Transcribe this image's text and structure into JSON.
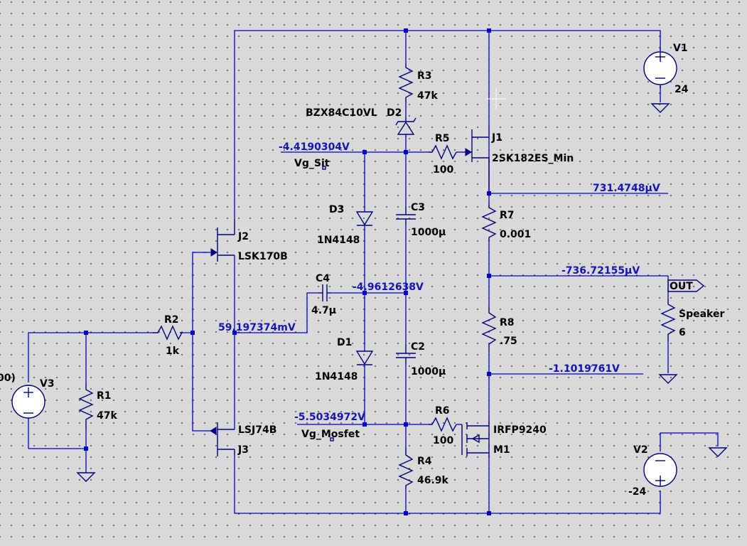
{
  "components": {
    "v1": {
      "name": "V1",
      "value": "24"
    },
    "v2": {
      "name": "V2",
      "value": "-24"
    },
    "v3": {
      "name": "V3",
      "value_fragment": "00)"
    },
    "r1": {
      "name": "R1",
      "value": "47k"
    },
    "r2": {
      "name": "R2",
      "value": "1k"
    },
    "r3": {
      "name": "R3",
      "value": "47k"
    },
    "r4": {
      "name": "R4",
      "value": "46.9k"
    },
    "r5": {
      "name": "R5",
      "value": "100"
    },
    "r6": {
      "name": "R6",
      "value": "100"
    },
    "r7": {
      "name": "R7",
      "value": "0.001"
    },
    "r8": {
      "name": "R8",
      "value": ".75"
    },
    "speaker": {
      "name": "Speaker",
      "value": "6"
    },
    "c2": {
      "name": "C2",
      "value": "1000µ"
    },
    "c3": {
      "name": "C3",
      "value": "1000µ"
    },
    "c4": {
      "name": "C4",
      "value": "4.7µ"
    },
    "d1": {
      "name": "D1",
      "value": "1N4148"
    },
    "d2": {
      "name": "D2",
      "value": "BZX84C10VL"
    },
    "d3": {
      "name": "D3",
      "value": "1N4148"
    },
    "j1": {
      "name": "J1",
      "value": "2SK182ES_Min"
    },
    "j2": {
      "name": "J2",
      "value": "LSK170B"
    },
    "j3": {
      "name": "J3",
      "value": "LSJ74B"
    },
    "m1": {
      "name": "M1",
      "value": "IRFP9240"
    }
  },
  "net_labels": {
    "vg_sit": "Vg_Sit",
    "vg_mosfet": "Vg_Mosfet",
    "out": "OUT"
  },
  "voltages": {
    "vg_sit": "-4.4190304V",
    "j1_source": "731.4748µV",
    "out": "-736.72155µV",
    "r8_bottom": "-1.1019761V",
    "c4_right": "-4.9612638V",
    "j_sources": "59.197374mV",
    "vg_mosfet": "-5.5034972V"
  },
  "colors": {
    "wire": "#0000d0",
    "component": "#000080",
    "voltage_text": "#1414b4",
    "background": "#d9d9d9"
  }
}
